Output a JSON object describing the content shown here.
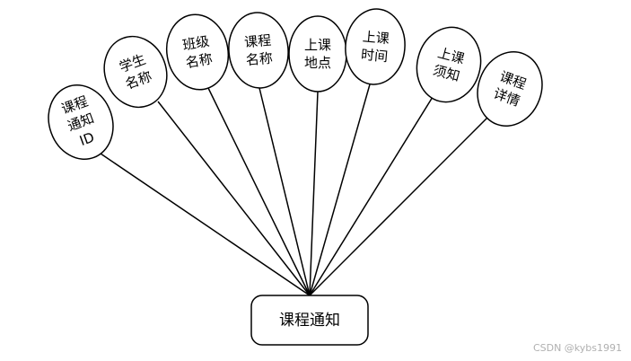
{
  "entity": {
    "label": "课程通知"
  },
  "attributes": [
    {
      "id": "id",
      "lines": [
        "课程",
        "通知",
        "ID"
      ]
    },
    {
      "id": "student-name",
      "lines": [
        "学生",
        "名称"
      ]
    },
    {
      "id": "class-name",
      "lines": [
        "班级",
        "名称"
      ]
    },
    {
      "id": "course-name",
      "lines": [
        "课程",
        "名称"
      ]
    },
    {
      "id": "class-location",
      "lines": [
        "上课",
        "地点"
      ]
    },
    {
      "id": "class-time",
      "lines": [
        "上课",
        "时间"
      ]
    },
    {
      "id": "class-notes",
      "lines": [
        "上课",
        "须知"
      ]
    },
    {
      "id": "course-details",
      "lines": [
        "课程",
        "详情"
      ]
    }
  ],
  "watermark": "CSDN @kybs1991"
}
